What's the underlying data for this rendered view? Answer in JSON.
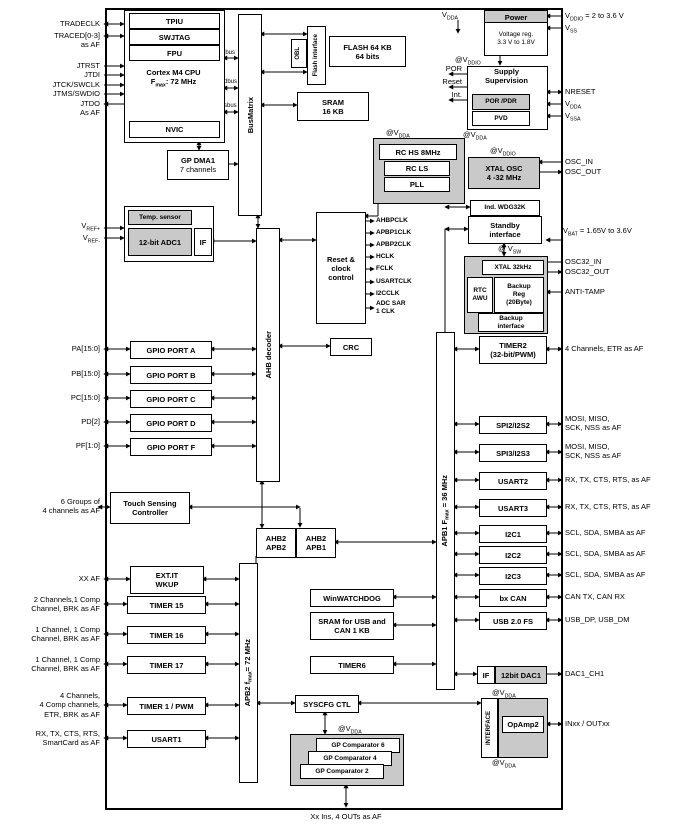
{
  "colors": {
    "block_fill": "#c9c9c9",
    "line": "#000000"
  },
  "pins_left": {
    "traceclk": "TRADECLK",
    "traced": "TRACED[0-3]\nas AF",
    "jtrst": "JTRST",
    "jtdi": "JTDI",
    "jtck": "JTCK/SWCLK",
    "jtms": "JTMS/SWDIO",
    "jtdo": "JTDO\nAs AF",
    "vref": "V_{REF+}\nV_{REF-}",
    "tsc": "6 Groups of\n4 channels as AF",
    "exti": "XX AF",
    "tim15": "2 Channels,1 Comp\nChannel, BRK as AF",
    "tim16": "1 Channel, 1 Comp\nChannel, BRK as AF",
    "tim17": "1 Channel, 1 Comp\nChannel, BRK as AF",
    "tim1": "4 Channels,\n4 Comp channels,\nETR, BRK as AF",
    "usart1": "RX, TX, CTS, RTS,\nSmartCard as AF"
  },
  "cpu": {
    "tpiu": "TPIU",
    "swjtag": "SWJTAG",
    "fpu": "FPU",
    "core": "Cortex M4 CPU\nF_{max}: 72 MHz",
    "nvic": "NVIC",
    "ibus": "ibus",
    "dbus": "dbus",
    "sbus": "sbus"
  },
  "dma": {
    "name": "GP DMA1",
    "channels": "7 channels"
  },
  "buses": {
    "busmatrix": "BusMatrix",
    "obl": "OBL",
    "flash_if": "Flash interface",
    "flash": "FLASH 64 KB\n64 bits",
    "sram": "SRAM\n16 KB",
    "ahb_decoder": "AHB decoder",
    "ahb2_apb2": "AHB2\nAPB2",
    "ahb2_apb1": "AHB2\nAPB1",
    "apb2": "APB2 f_{max}= 72 MHz",
    "apb1": "APB1 F_{max} = 36 MHz"
  },
  "power": {
    "vdda": "V_{DDA}",
    "title": "Power",
    "body": "Voltage reg.\n3.3 V to 1.8V",
    "pin_vdd": "V_{DDIO} = 2 to 3.6 V",
    "pin_vss": "V_{SS}",
    "at_vddio": "@V_{DDIO}"
  },
  "supply": {
    "title": "Supply\nSupervision",
    "por_pdr": "POR /PDR",
    "pvd": "PVD",
    "por": "POR",
    "reset": "Reset",
    "int": "Int.",
    "pin_nreset": "NRESET",
    "pin_vdda": "V_{DDA}",
    "pin_vssa": "V_{SSA}",
    "at_vdda": "@V_{DDA}"
  },
  "clock": {
    "at_vdda": "@V_{DDA}",
    "rc_hs": "RC HS 8MHz",
    "rc_ls": "RC LS",
    "pll": "PLL",
    "at_vddio": "@V_{DDIO}",
    "xtal": "XTAL OSC\n4 -32 MHz",
    "pin_osc_in": "OSC_IN",
    "pin_osc_out": "OSC_OUT",
    "wdg": "Ind. WDG32K",
    "standby": "Standby\ninterface",
    "rcc": "Reset &\nclock\ncontrol",
    "out_0": "AHBPCLK",
    "out_1": "APBP1CLK",
    "out_2": "APBP2CLK",
    "out_3": "HCLK",
    "out_4": "FCLK",
    "out_5": "USARTCLK",
    "out_6": "I2CCLK",
    "out_7": "ADC SAR\n1 CLK"
  },
  "backup": {
    "pin_vbat": "V_{BAT} = 1.65V to 3.6V",
    "at_vsw": "@ V_{SW}",
    "xtal32": "XTAL 32kHz",
    "rtc": "RTC\nAWU",
    "reg": "Backup\nReg\n(20Byte)",
    "iface": "Backup\ninterface",
    "pin_osc32_in": "OSC32_IN",
    "pin_osc32_out": "OSC32_OUT",
    "pin_antitamp": "ANTI-TAMP"
  },
  "analog": {
    "temp": "Temp. sensor",
    "adc": "12-bit ADC1",
    "adc_if": "IF"
  },
  "gpio": [
    {
      "pin": "PA[15:0]",
      "label": "GPIO PORT A"
    },
    {
      "pin": "PB[15:0]",
      "label": "GPIO PORT B"
    },
    {
      "pin": "PC[15:0]",
      "label": "GPIO PORT C"
    },
    {
      "pin": "PD[2]",
      "label": "GPIO PORT D"
    },
    {
      "pin": "PF[1:0]",
      "label": "GPIO PORT F"
    }
  ],
  "crc": "CRC",
  "blocks_left": {
    "tsc": "Touch Sensing\nController",
    "exti": "EXT.IT\nWKUP",
    "tim15": "TIMER 15",
    "tim16": "TIMER 16",
    "tim17": "TIMER 17",
    "tim1": "TIMER 1 / PWM",
    "usart1": "USART1"
  },
  "timer2": {
    "label": "TIMER2\n(32-bit/PWM)",
    "pin": "4 Channels, ETR as AF"
  },
  "apb1_periph": [
    {
      "label": "SPI2/I2S2",
      "pin": "MOSI, MISO,\nSCK, NSS as AF"
    },
    {
      "label": "SPI3/I2S3",
      "pin": "MOSI, MISO,\nSCK, NSS as AF"
    },
    {
      "label": "USART2",
      "pin": "RX, TX, CTS, RTS, as AF"
    },
    {
      "label": "USART3",
      "pin": "RX, TX, CTS, RTS, as AF"
    },
    {
      "label": "I2C1",
      "pin": "SCL, SDA, SMBA as AF"
    },
    {
      "label": "I2C2",
      "pin": "SCL, SDA, SMBA as AF"
    },
    {
      "label": "I2C3",
      "pin": "SCL, SDA, SMBA as AF"
    },
    {
      "label": "bx CAN",
      "pin": "CAN TX, CAN RX"
    },
    {
      "label": "USB 2.0 FS",
      "pin": "USB_DP, USB_DM"
    }
  ],
  "center_blocks": {
    "wwdg": "WinWATCHDOG",
    "sram_usb": "SRAM for USB and\nCAN 1 KB",
    "tim6": "TIMER6",
    "syscfg": "SYSCFG CTL"
  },
  "dac": {
    "if": "IF",
    "label": "12bit DAC1",
    "pin": "DAC1_CH1"
  },
  "opamp": {
    "at_vdda_top": "@V_{DDA}",
    "iface": "INTERFACE",
    "label": "OpAmp2",
    "at_vdda_bottom": "@V_{DDA}",
    "pin": "INxx / OUTxx"
  },
  "comparators": {
    "at_vdda": "@V_{DDA}",
    "comp6": "GP Comparator 6",
    "comp4": "GP Comparator 4",
    "comp2": "GP Comparator 2",
    "pin": "Xx Ins, 4 OUTs as AF"
  }
}
